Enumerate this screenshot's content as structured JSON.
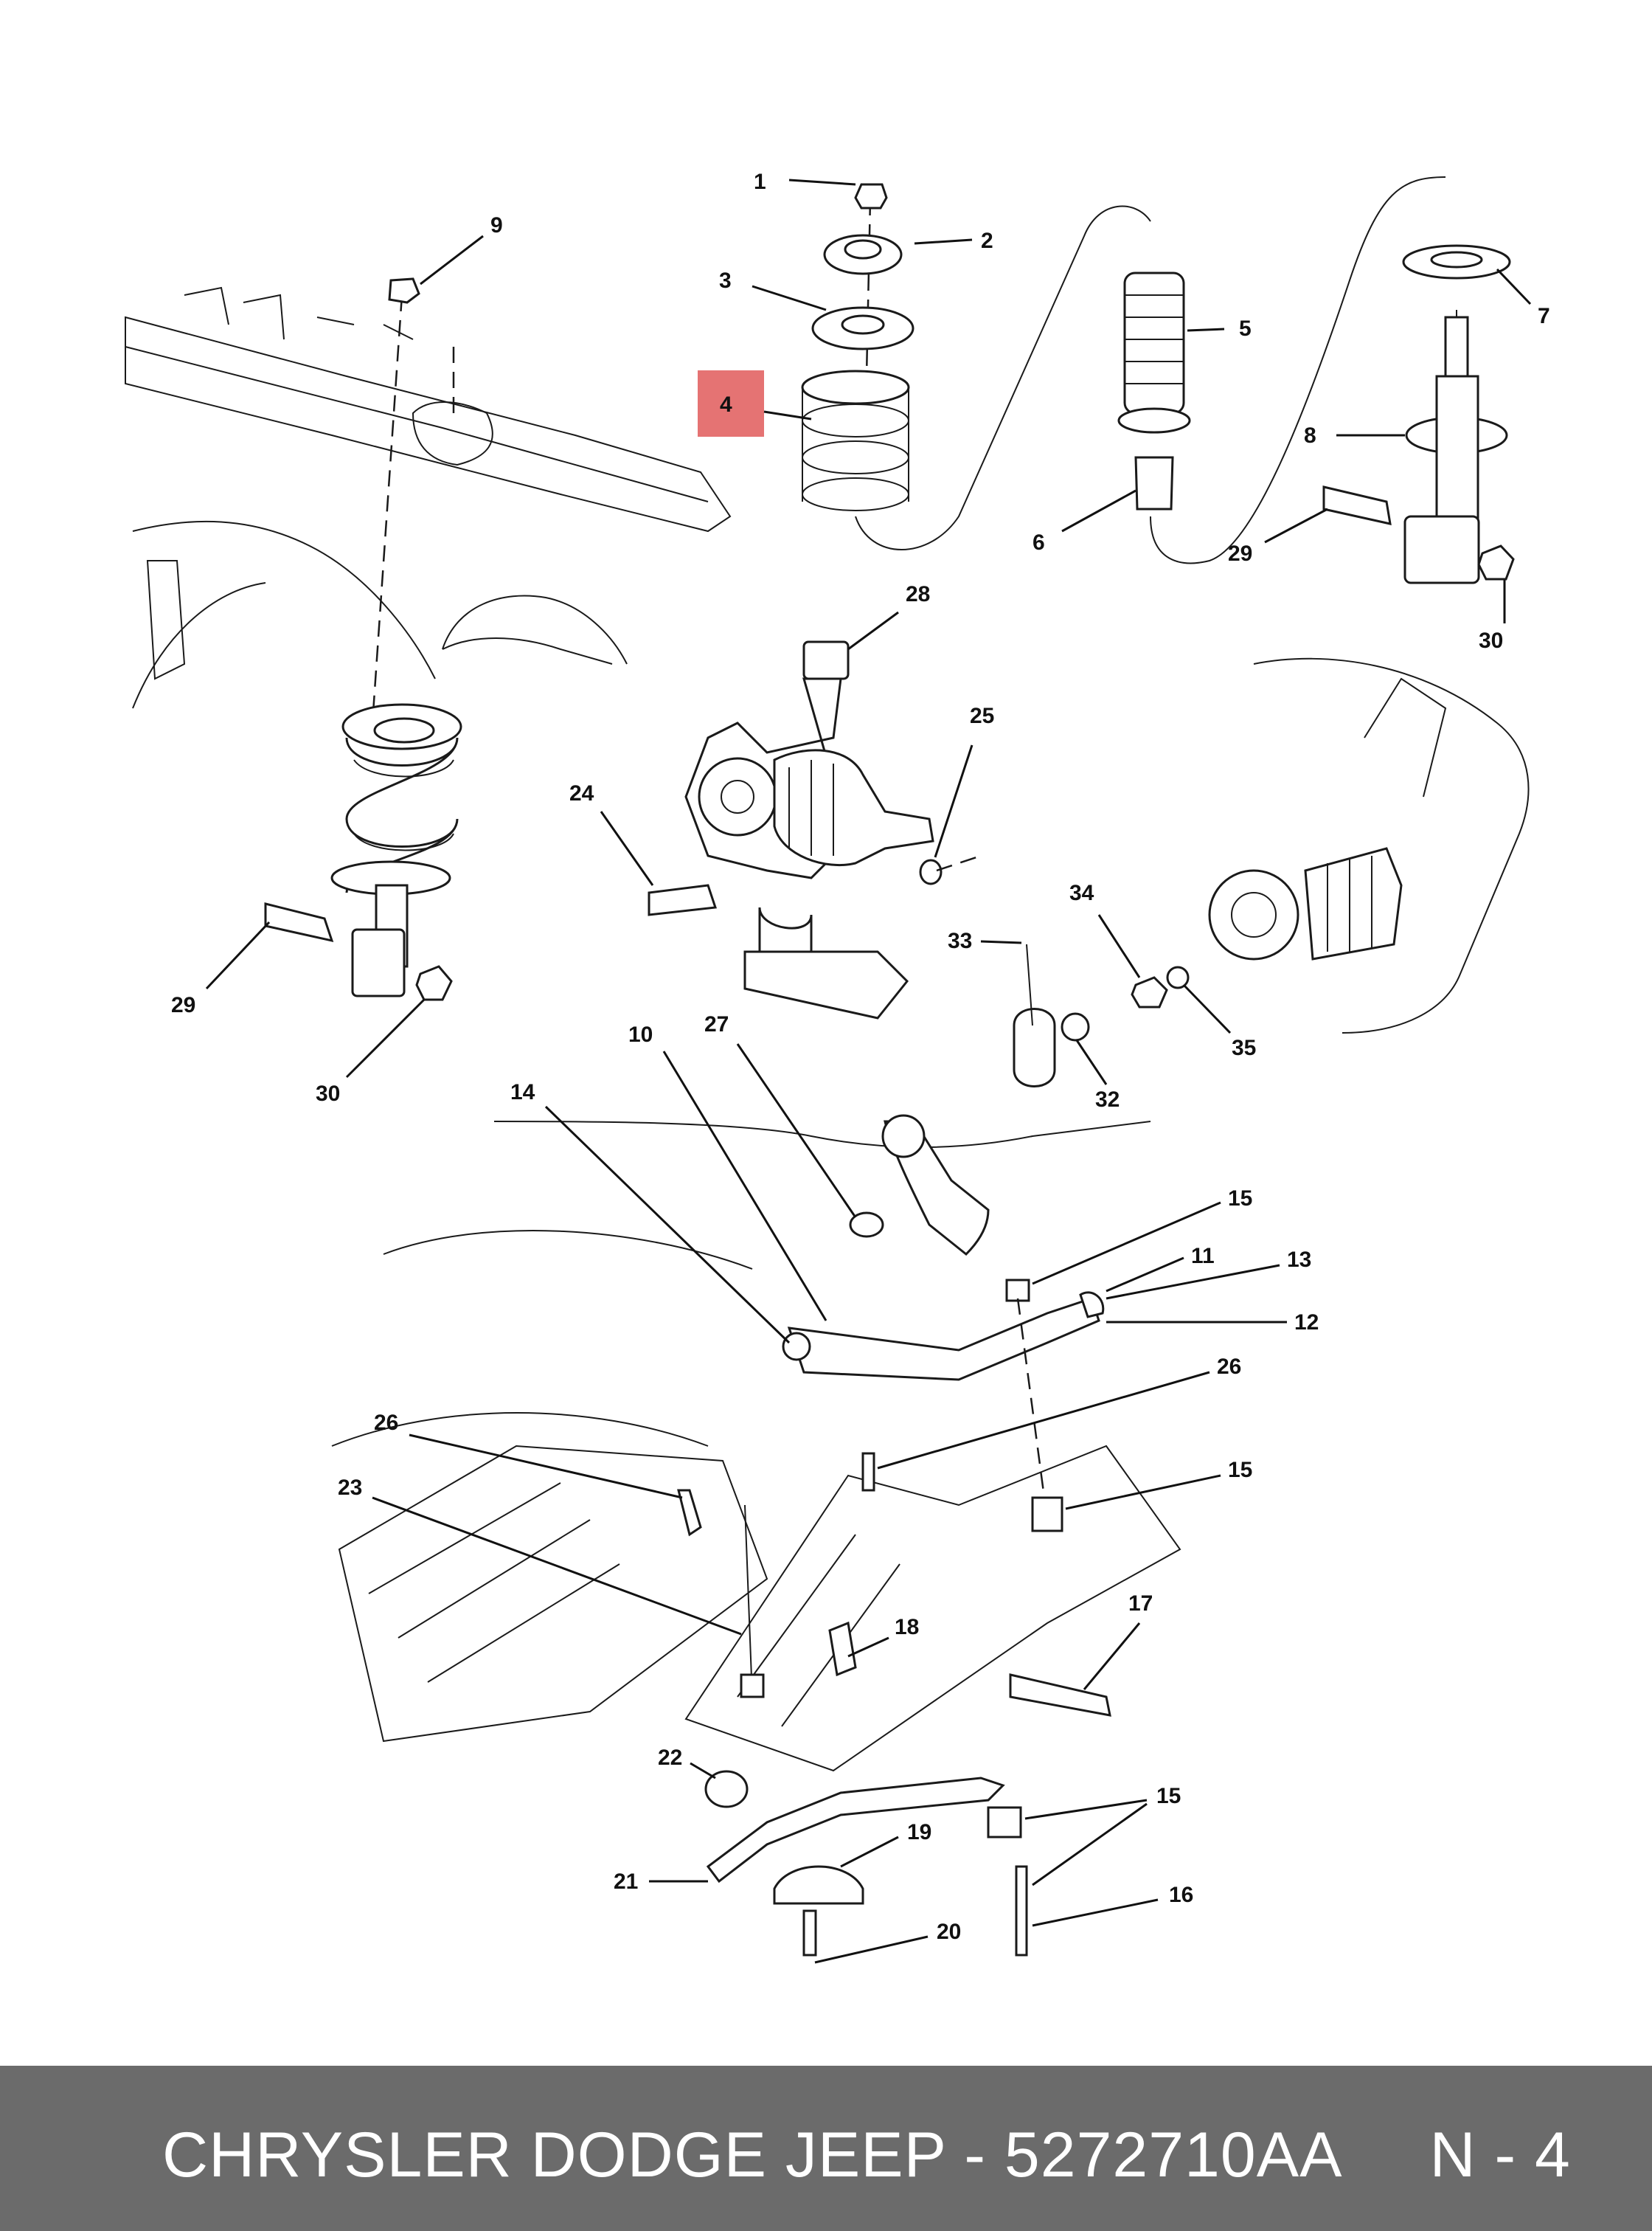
{
  "diagram": {
    "highlight_color": "#e57373",
    "highlighted_callout": "4",
    "callouts": [
      "1",
      "2",
      "3",
      "4",
      "5",
      "6",
      "7",
      "8",
      "9",
      "10",
      "11",
      "12",
      "13",
      "14",
      "15",
      "16",
      "17",
      "18",
      "19",
      "20",
      "21",
      "22",
      "23",
      "24",
      "25",
      "26",
      "27",
      "28",
      "29",
      "30",
      "32",
      "33",
      "34",
      "35"
    ]
  },
  "footer": {
    "brand": "CHRYSLER DODGE JEEP",
    "separator": " - ",
    "part_number": "5272710AA",
    "page_ref": "N - 4"
  }
}
